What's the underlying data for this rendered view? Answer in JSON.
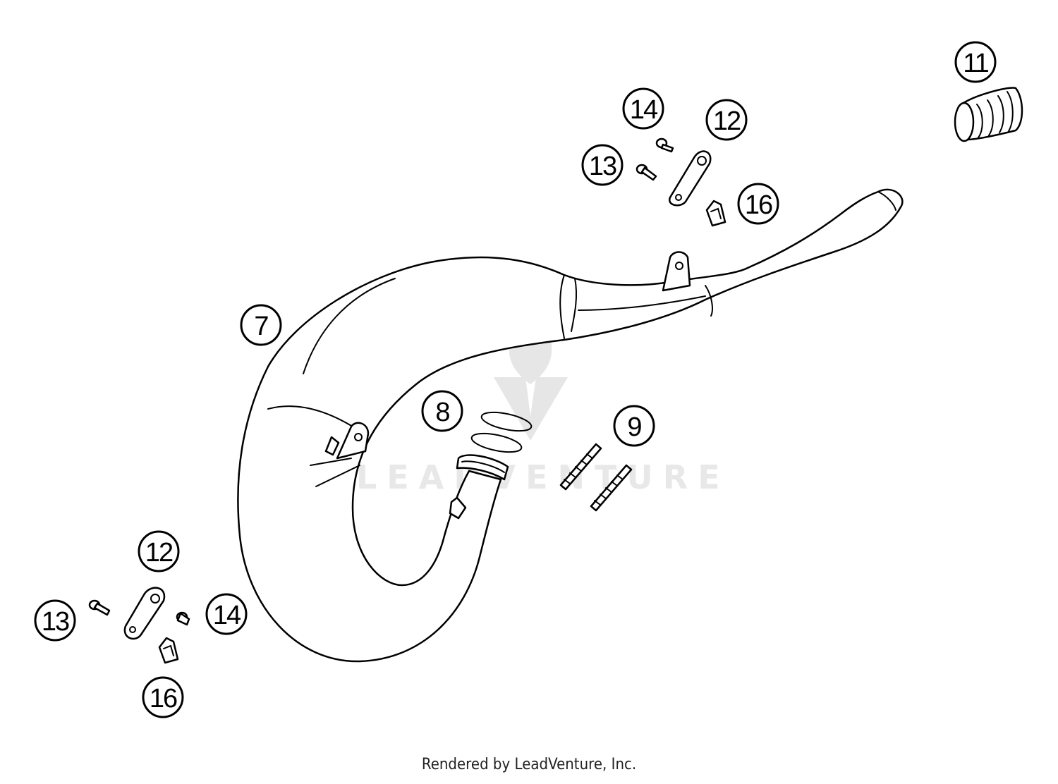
{
  "diagram": {
    "callouts": [
      {
        "id": "c7",
        "label": "7"
      },
      {
        "id": "c8",
        "label": "8"
      },
      {
        "id": "c9",
        "label": "9"
      },
      {
        "id": "c11",
        "label": "11"
      },
      {
        "id": "c12a",
        "label": "12"
      },
      {
        "id": "c13a",
        "label": "13"
      },
      {
        "id": "c14a",
        "label": "14"
      },
      {
        "id": "c16a",
        "label": "16"
      },
      {
        "id": "c12b",
        "label": "12"
      },
      {
        "id": "c13b",
        "label": "13"
      },
      {
        "id": "c14b",
        "label": "14"
      },
      {
        "id": "c16b",
        "label": "16"
      }
    ],
    "watermark": "LEADVENTURE"
  },
  "footer": {
    "text": "Rendered by LeadVenture, Inc."
  }
}
